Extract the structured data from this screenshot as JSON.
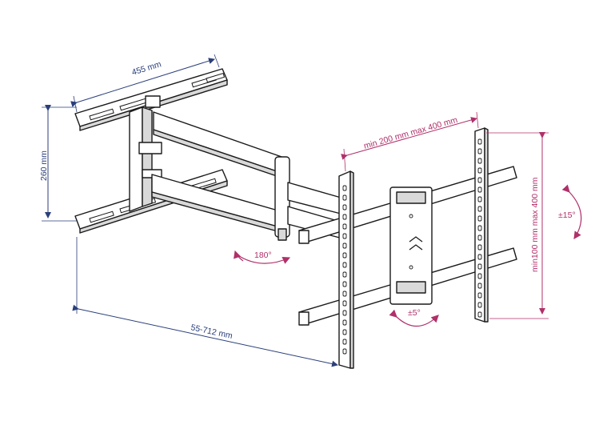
{
  "labels": {
    "width_wall_plate": "455 mm",
    "height_wall_plate": "260 mm",
    "extension": "55-712 mm",
    "vesa_horizontal": "min 200 mm max 400 mm",
    "vesa_vertical": "min100 mm max 400 mm",
    "swivel": "180°",
    "rotation": "±5°",
    "tilt": "±15°"
  },
  "colors": {
    "dimension_blue": "#2a3f7a",
    "dimension_pink": "#b0306a",
    "outline": "#1a1a1a"
  },
  "icons": {
    "swivel": "curved-double-arrow-icon",
    "rotation": "curved-double-arrow-icon",
    "tilt": "curved-double-arrow-icon"
  }
}
